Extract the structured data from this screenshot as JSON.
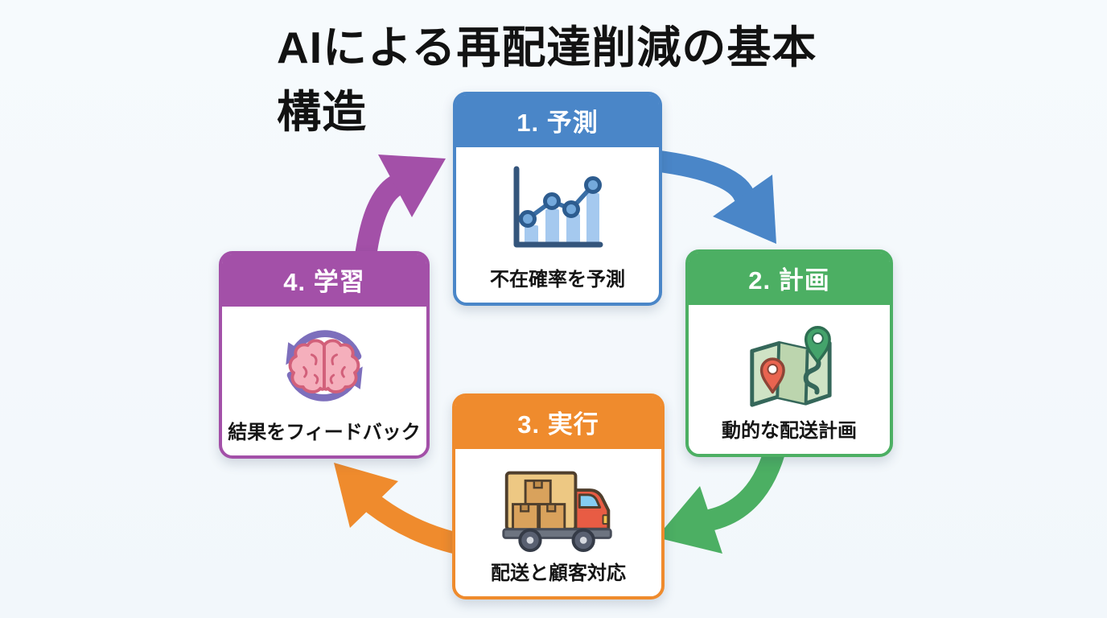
{
  "title": "AIによる再配達削減の基本構造",
  "background_color": "#f2f7fb",
  "title_color": "#121212",
  "steps": [
    {
      "label": "1. 予測",
      "caption": "不在確率を予測",
      "color": "#4a86c8",
      "icon": "chart-line-icon"
    },
    {
      "label": "2. 計画",
      "caption": "動的な配送計画",
      "color": "#4caf63",
      "icon": "map-route-icon"
    },
    {
      "label": "3. 実行",
      "caption": "配送と顧客対応",
      "color": "#ef8b2d",
      "icon": "delivery-truck-icon"
    },
    {
      "label": "4. 学習",
      "caption": "結果をフィードバック",
      "color": "#a350a8",
      "icon": "brain-cycle-icon"
    }
  ],
  "arrows": [
    {
      "from": "1. 予測",
      "to": "2. 計画",
      "color": "#4a86c8"
    },
    {
      "from": "2. 計画",
      "to": "3. 実行",
      "color": "#4caf63"
    },
    {
      "from": "3. 実行",
      "to": "4. 学習",
      "color": "#ef8b2d"
    },
    {
      "from": "4. 学習",
      "to": "1. 予測",
      "color": "#a350a8"
    }
  ]
}
